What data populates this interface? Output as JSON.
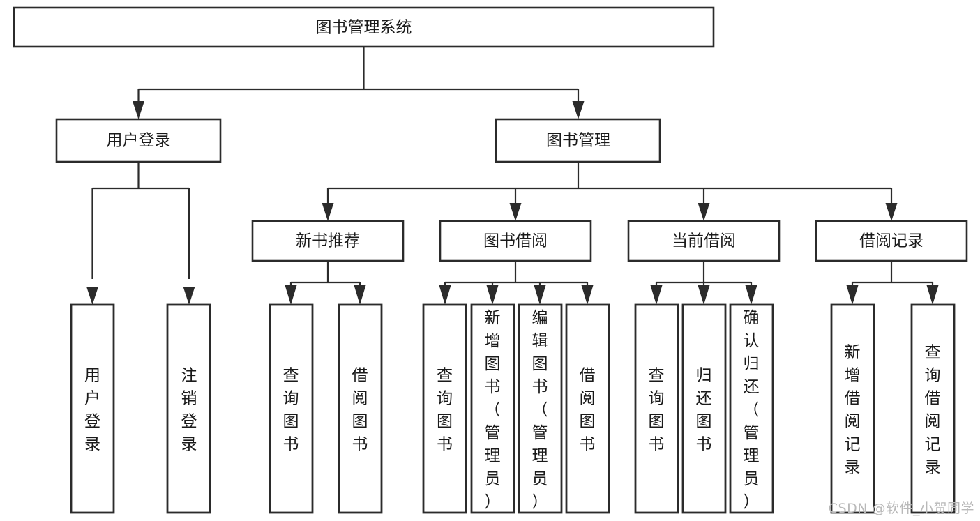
{
  "diagram": {
    "type": "tree-hierarchy",
    "title": "图书管理系统",
    "watermark": "CSDN @软件_小贺同学",
    "colors": {
      "background": "#ffffff",
      "stroke": "#2b2b2b",
      "text": "#1a1a1a",
      "watermark": "#b9b9b9"
    },
    "levels": {
      "root": {
        "label": "图书管理系统"
      },
      "level2": [
        {
          "id": "user-login",
          "label": "用户登录"
        },
        {
          "id": "book-management",
          "label": "图书管理"
        }
      ],
      "level3": [
        {
          "id": "new-book-recommend",
          "label": "新书推荐",
          "parent": "book-management"
        },
        {
          "id": "book-borrow",
          "label": "图书借阅",
          "parent": "book-management"
        },
        {
          "id": "current-borrow",
          "label": "当前借阅",
          "parent": "book-management"
        },
        {
          "id": "borrow-record",
          "label": "借阅记录",
          "parent": "book-management"
        }
      ],
      "leaves": [
        {
          "id": "leaf-user-login",
          "label": "用户登录",
          "parent": "user-login"
        },
        {
          "id": "leaf-logout",
          "label": "注销登录",
          "parent": "user-login"
        },
        {
          "id": "leaf-query-book-1",
          "label": "查询图书",
          "parent": "new-book-recommend"
        },
        {
          "id": "leaf-borrow-book-1",
          "label": "借阅图书",
          "parent": "new-book-recommend"
        },
        {
          "id": "leaf-query-book-2",
          "label": "查询图书",
          "parent": "book-borrow"
        },
        {
          "id": "leaf-add-book",
          "label": "新增图书（管理员）",
          "parent": "book-borrow"
        },
        {
          "id": "leaf-edit-book",
          "label": "编辑图书（管理员）",
          "parent": "book-borrow"
        },
        {
          "id": "leaf-borrow-book-2",
          "label": "借阅图书",
          "parent": "book-borrow"
        },
        {
          "id": "leaf-query-book-3",
          "label": "查询图书",
          "parent": "current-borrow"
        },
        {
          "id": "leaf-return-book",
          "label": "归还图书",
          "parent": "current-borrow"
        },
        {
          "id": "leaf-confirm-return",
          "label": "确认归还（管理员）",
          "parent": "current-borrow"
        },
        {
          "id": "leaf-add-record",
          "label": "新增借阅记录",
          "parent": "borrow-record"
        },
        {
          "id": "leaf-query-record",
          "label": "查询借阅记录",
          "parent": "borrow-record"
        }
      ]
    }
  }
}
